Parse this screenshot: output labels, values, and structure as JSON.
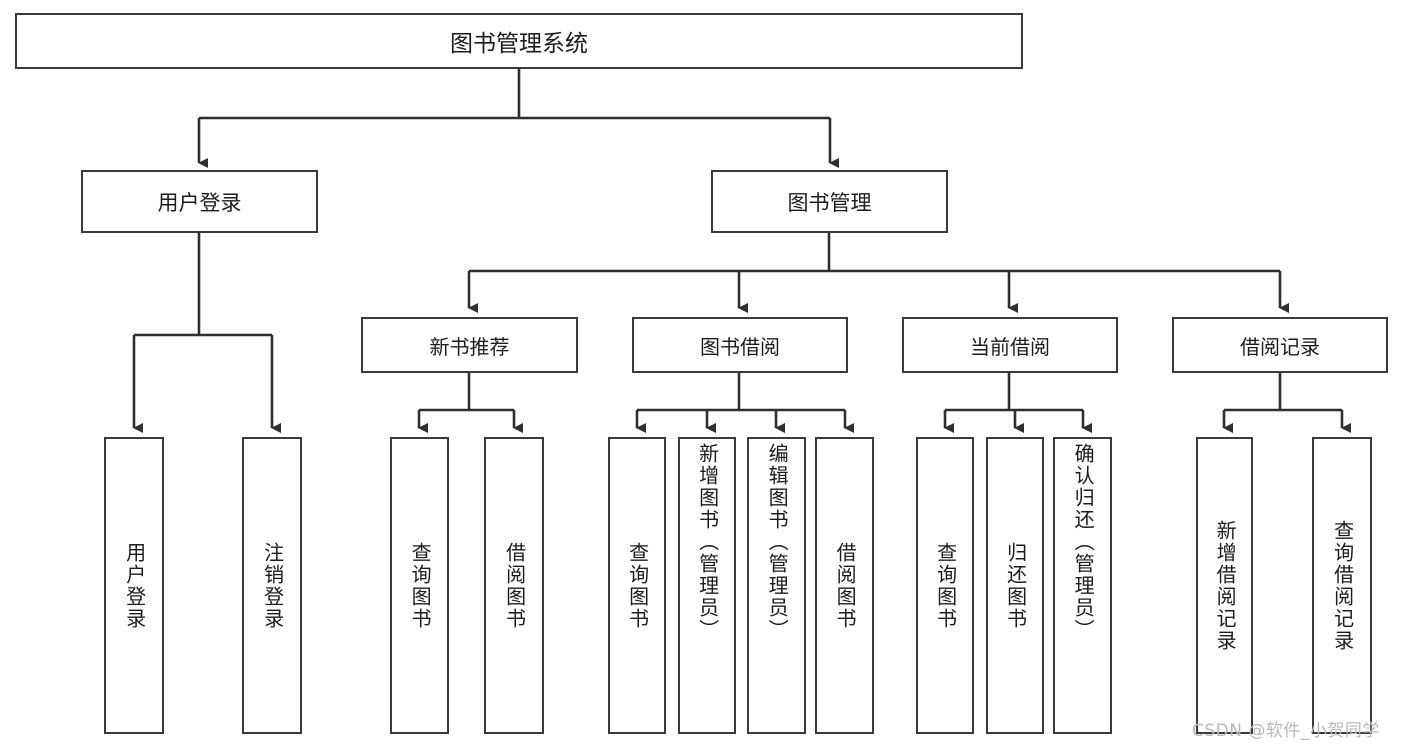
{
  "diagram": {
    "type": "tree-hierarchy",
    "title": "图书管理系统",
    "watermark": "CSDN @软件_小贺同学",
    "colors": {
      "box_border": "#3a3a3a",
      "box_fill": "#ffffff",
      "line": "#2f2f2f",
      "text": "#1c1c1c",
      "watermark": "#b9b9b9",
      "background": "#ffffff"
    },
    "nodes": {
      "root": {
        "label": "图书管理系统"
      },
      "level1": [
        {
          "label": "用户登录"
        },
        {
          "label": "图书管理"
        }
      ],
      "level2": [
        {
          "label": "新书推荐"
        },
        {
          "label": "图书借阅"
        },
        {
          "label": "当前借阅"
        },
        {
          "label": "借阅记录"
        }
      ],
      "leaves": {
        "user_login": [
          {
            "label": "用户登录"
          },
          {
            "label": "注销登录"
          }
        ],
        "new_book_recommend": [
          {
            "label": "查询图书"
          },
          {
            "label": "借阅图书"
          }
        ],
        "book_borrow": [
          {
            "label": "查询图书"
          },
          {
            "label": "新增图书（管理员）"
          },
          {
            "label": "编辑图书（管理员）"
          },
          {
            "label": "借阅图书"
          }
        ],
        "current_borrow": [
          {
            "label": "查询图书"
          },
          {
            "label": "归还图书"
          },
          {
            "label": "确认归还（管理员）"
          }
        ],
        "borrow_record": [
          {
            "label": "新增借阅记录"
          },
          {
            "label": "查询借阅记录"
          }
        ]
      }
    }
  }
}
